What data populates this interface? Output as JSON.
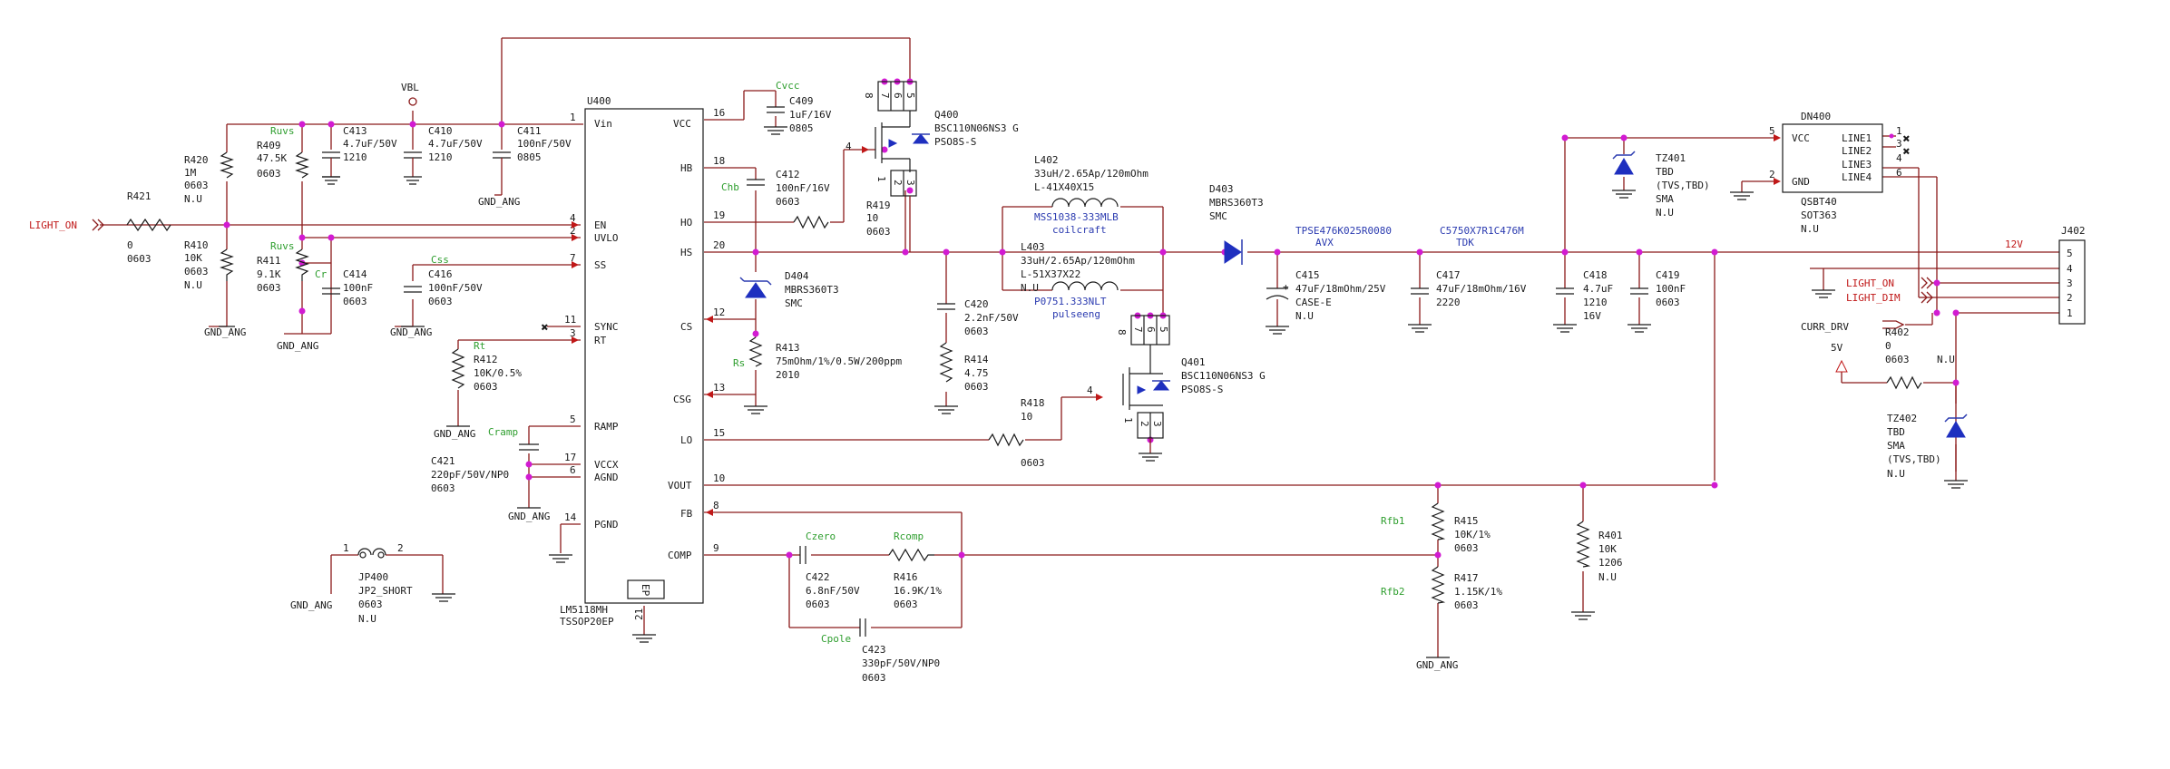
{
  "labels": {
    "light_on_in": "LIGHT_ON",
    "vbl": "VBL",
    "r421": "R421",
    "r421_v": "0",
    "r421_p": "0603",
    "r420": "R420",
    "r420_v": "1M",
    "r420_p": "0603",
    "r420_n": "N.U",
    "r410": "R410",
    "r410_v": "10K",
    "r410_p": "0603",
    "r410_n": "N.U",
    "gnd_ang": "GND_ANG",
    "ruvs": "Ruvs",
    "ruvh": "Ruvs",
    "r409": "R409",
    "r409_v": "47.5K",
    "r409_p": "0603",
    "r411": "R411",
    "r411_v": "9.1K",
    "r411_p": "0603",
    "c413": "C413",
    "c413_v": "4.7uF/50V",
    "c413_p": "1210",
    "c410": "C410",
    "c410_v": "4.7uF/50V",
    "c410_p": "1210",
    "c411": "C411",
    "c411_v": "100nF/50V",
    "c411_p": "0805",
    "cr": "Cr",
    "c414": "C414",
    "c414_v": "100nF",
    "c414_p": "0603",
    "css": "Css",
    "c416": "C416",
    "c416_v": "100nF/50V",
    "c416_p": "0603",
    "rt": "Rt",
    "r412": "R412",
    "r412_v": "10K/0.5%",
    "r412_p": "0603",
    "cramp": "Cramp",
    "c421": "C421",
    "c421_v": "220pF/50V/NP0",
    "c421_p": "0603",
    "jp400": "JP400",
    "jp400_v": "JP2_SHORT",
    "jp400_p": "0603",
    "jp400_n": "N.U",
    "jp_pin1": "1",
    "jp_pin2": "2",
    "u400": "U400",
    "u400_part": "LM5118MH",
    "u400_pkg": "TSSOP20EP",
    "ep": "EP",
    "vcc_note": "Cvcc",
    "c409": "C409",
    "c409_v": "1uF/16V",
    "c409_p": "0805",
    "chb": "Chb",
    "c412": "C412",
    "c412_v": "100nF/16V",
    "c412_p": "0603",
    "r419": "R419",
    "r419_v": "10",
    "r419_p": "0603",
    "q400": "Q400",
    "q400_v": "BSC110N06NS3 G",
    "q400_p": "PSO8S-S",
    "d404": "D404",
    "d404_v": "MBRS360T3",
    "d404_p": "SMC",
    "rs": "Rs",
    "r413": "R413",
    "r413_v": "75mOhm/1%/0.5W/200ppm",
    "r413_p": "2010",
    "c420": "C420",
    "c420_v": "2.2nF/50V",
    "c420_p": "0603",
    "r414": "R414",
    "r414_v": "4.75",
    "r414_p": "0603",
    "r418": "R418",
    "r418_v": "10",
    "r418_p": "0603",
    "l402": "L402",
    "l402_v": "33uH/2.65Ap/120mOhm",
    "l402_p": "L-41X40X15",
    "l402_mfr_pn": "MSS1038-333MLB",
    "l402_mfr": "coilcraft",
    "l403": "L403",
    "l403_v": "33uH/2.65Ap/120mOhm",
    "l403_p": "L-51X37X22",
    "l403_n": "N.U",
    "l403_mfr_pn": "P0751.333NLT",
    "l403_mfr": "pulseeng",
    "q401": "Q401",
    "q401_v": "BSC110N06NS3 G",
    "q401_p": "PSO8S-S",
    "d403": "D403",
    "d403_v": "MBRS360T3",
    "d403_p": "SMC",
    "c415_mfr_pn": "TPSE476K025R0080",
    "c415_mfr": "AVX",
    "c415": "C415",
    "c415_v": "47uF/18mOhm/25V",
    "c415_p": "CASE-E",
    "c415_n": "N.U",
    "c417_mfr_pn": "C5750X7R1C476M",
    "c417_mfr": "TDK",
    "c417": "C417",
    "c417_v": "47uF/18mOhm/16V",
    "c417_p": "2220",
    "c418": "C418",
    "c418_v": "4.7uF",
    "c418_p": "1210",
    "c418_v2": "16V",
    "c419": "C419",
    "c419_v": "100nF",
    "c419_p": "0603",
    "tz401": "TZ401",
    "tz401_v": "TBD",
    "tz401_d": "(TVS,TBD)",
    "tz401_p": "SMA",
    "tz401_n": "N.U",
    "dn400": "DN400",
    "dn400_p": "QSBT40",
    "dn400_pkg": "SOT363",
    "dn400_n": "N.U",
    "dn_vcc": "VCC",
    "dn_gnd": "GND",
    "dn_line1": "LINE1",
    "dn_line2": "LINE2",
    "dn_line3": "LINE3",
    "dn_line4": "LINE4",
    "j402": "J402",
    "net_12v": "12V",
    "light_on": "LIGHT_ON",
    "light_dim": "LIGHT_DIM",
    "curr_drv": "CURR_DRV",
    "net_5v": "5V",
    "r402": "R402",
    "r402_v": "0",
    "r402_p": "0603",
    "tz402": "TZ402",
    "tz402_v": "TBD",
    "tz402_p": "SMA",
    "tz402_d": "(TVS,TBD)",
    "tz402_n": "N.U",
    "rfb1": "Rfb1",
    "rfb2": "Rfb2",
    "r415": "R415",
    "r415_v": "10K/1%",
    "r415_p": "0603",
    "r417": "R417",
    "r417_v": "1.15K/1%",
    "r417_p": "0603",
    "r401": "R401",
    "r401_v": "10K",
    "r401_p": "1206",
    "r401_n": "N.U",
    "czero": "Czero",
    "rcomp": "Rcomp",
    "c422": "C422",
    "c422_v": "6.8nF/50V",
    "c422_p": "0603",
    "r416": "R416",
    "r416_v": "16.9K/1%",
    "r416_p": "0603",
    "cpole": "Cpole",
    "c423": "C423",
    "c423_v": "330pF/50V/NP0",
    "c423_p": "0603"
  },
  "u400_pins_left": [
    {
      "num": "1",
      "name": "Vin"
    },
    {
      "num": "4",
      "name": "EN"
    },
    {
      "num": "2",
      "name": "UVLO"
    },
    {
      "num": "7",
      "name": "SS"
    },
    {
      "num": "11",
      "name": "SYNC"
    },
    {
      "num": "3",
      "name": "RT"
    },
    {
      "num": "5",
      "name": "RAMP"
    },
    {
      "num": "17",
      "name": "VCCX"
    },
    {
      "num": "6",
      "name": "AGND"
    },
    {
      "num": "14",
      "name": "PGND"
    }
  ],
  "u400_pins_right": [
    {
      "num": "16",
      "name": "VCC"
    },
    {
      "num": "18",
      "name": "HB"
    },
    {
      "num": "19",
      "name": "HO"
    },
    {
      "num": "20",
      "name": "HS"
    },
    {
      "num": "12",
      "name": "CS"
    },
    {
      "num": "13",
      "name": "CSG"
    },
    {
      "num": "15",
      "name": "LO"
    },
    {
      "num": "10",
      "name": "VOUT"
    },
    {
      "num": "8",
      "name": "FB"
    },
    {
      "num": "9",
      "name": "COMP"
    }
  ],
  "u400_pin_ep": "21",
  "q400_pins": [
    "8",
    "7",
    "6",
    "5",
    "4",
    "1",
    "2",
    "3"
  ],
  "q401_pins": [
    "8",
    "7",
    "6",
    "5",
    "4",
    "1",
    "2",
    "3"
  ],
  "dn400_pins": [
    "5",
    "2",
    "1",
    "3",
    "4",
    "6"
  ],
  "j402_pins": [
    "5",
    "4",
    "3",
    "2",
    "1"
  ],
  "colors": {
    "wire": "#8b1a1a",
    "component": "#1a1a1a",
    "junction": "#d21bd2",
    "net_label": "#c01818",
    "part_note": "#2b3bb0",
    "design_label": "#2e9e2e"
  }
}
